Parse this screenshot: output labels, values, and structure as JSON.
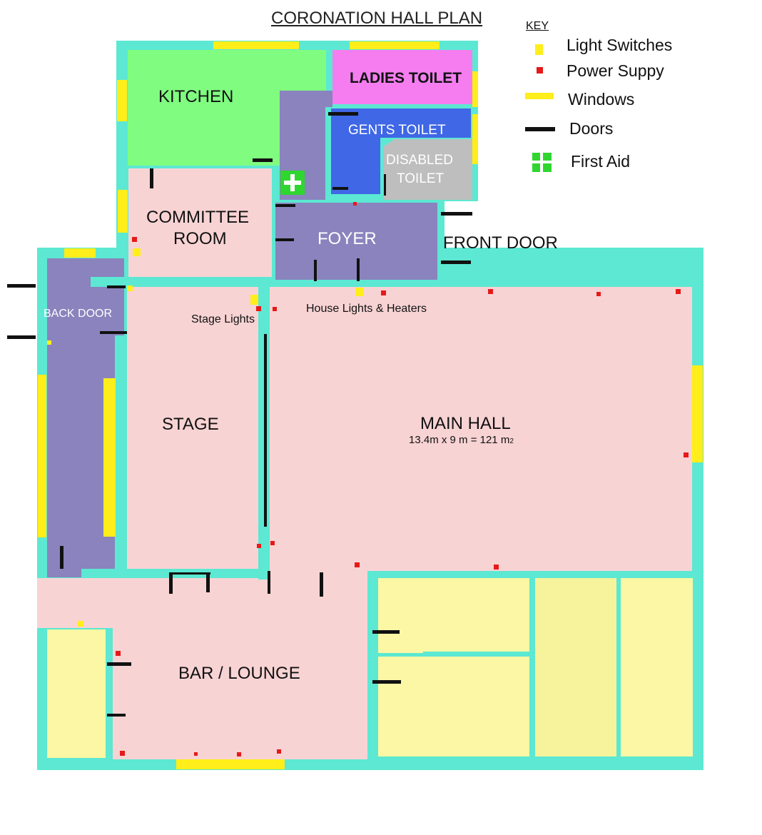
{
  "title": "CORONATION HALL PLAN",
  "key": {
    "title": "KEY",
    "items": [
      {
        "label": "Light Switches",
        "icon": "light-switch-icon",
        "color": "#ffee1a"
      },
      {
        "label": "Power Suppy",
        "icon": "power-supply-icon",
        "color": "#e51a1a"
      },
      {
        "label": "Windows",
        "icon": "window-icon",
        "color": "#ffee1a"
      },
      {
        "label": "Doors",
        "icon": "door-icon",
        "color": "#111111"
      },
      {
        "label": "First Aid",
        "icon": "first-aid-icon",
        "color": "#2fd62f"
      }
    ]
  },
  "rooms": {
    "kitchen": "KITCHEN",
    "ladies_toilet": "LADIES TOILET",
    "gents_toilet": "GENTS TOILET",
    "disabled_toilet_1": "DISABLED",
    "disabled_toilet_2": "TOILET",
    "committee_room_1": "COMMITTEE",
    "committee_room_2": "ROOM",
    "foyer": "FOYER",
    "front_door": "FRONT DOOR",
    "back_door": "BACK DOOR",
    "stage": "STAGE",
    "stage_lights": "Stage Lights",
    "house_lights": "House Lights & Heaters",
    "main_hall": "MAIN HALL",
    "main_hall_area": "13.4m x 9 m = 121 m",
    "main_hall_area_sub": "2",
    "bar_lounge": "BAR / LOUNGE"
  },
  "colors": {
    "wall": "#5ce8d2",
    "kitchen": "#80fd80",
    "ladies_toilet": "#f57df0",
    "gents_toilet": "#3f67e6",
    "disabled_toilet": "#bebebe",
    "corridor": "#8a83bd",
    "hall_floor": "#f8d3d4",
    "storage": "#fbf7a4"
  }
}
